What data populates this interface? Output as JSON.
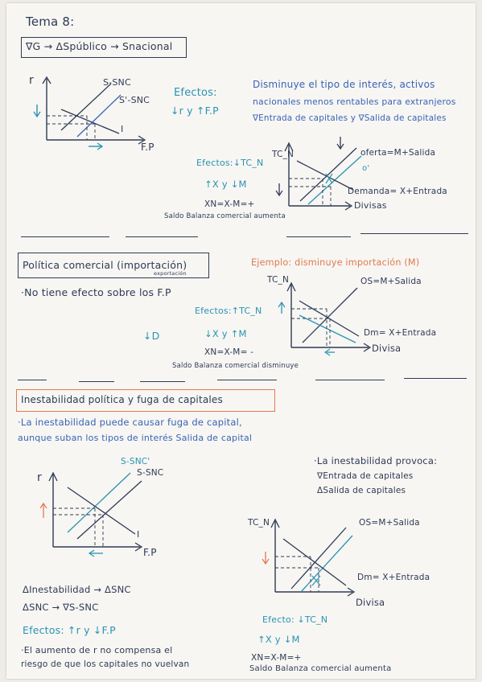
{
  "title": "Tema 8:",
  "section1": {
    "header": "∇G → ΔSpúblico → Snacional",
    "graph": {
      "y_label": "r",
      "x_label": "F.P",
      "curve_upper": "S-SNC",
      "curve_lower": "S'-SNC",
      "curve_demand": "I"
    },
    "effects_title": "Efectos:",
    "effects_value": "↓r y ↑F.P",
    "explanation": [
      "Disminuye el tipo de interés, activos",
      "nacionales menos rentables para extranjeros",
      "∇Entrada de capitales y ∇Salida de capitales"
    ],
    "fx_graph": {
      "y_label": "TC_N",
      "x_label": "Divisas",
      "supply_label": "oferta=M+Salida",
      "supply_shift_label": "o'",
      "demand_label": "Demanda= X+Entrada"
    },
    "fx_effects": [
      "Efectos:↓TC_N",
      "↑X y ↓M",
      "XN=X-M=+",
      "Saldo Balanza comercial aumenta"
    ]
  },
  "section2": {
    "header": "Política comercial (importación)",
    "header_sub": "exportación",
    "note": "·No tiene efecto sobre los F.P",
    "example": "Ejemplo: disminuye importación (M)",
    "left_symbol": "↓D",
    "fx_graph": {
      "y_label": "TC_N",
      "x_label": "Divisa",
      "supply_label": "OS=M+Salida",
      "demand_label": "Dm= X+Entrada"
    },
    "fx_effects": [
      "Efectos:↑TC_N",
      "↓X y ↑M",
      "XN=X-M= -",
      "Saldo Balanza comercial disminuye"
    ]
  },
  "section3": {
    "header": "Inestabilidad política y fuga de capitales",
    "intro": [
      "·La inestabilidad puede causar fuga de capital,",
      "aunque suban los tipos de interés Salida de capital"
    ],
    "graph": {
      "y_label": "r",
      "x_label": "F.P",
      "curve_upper": "S-SNC'",
      "curve_lower": "S-SNC",
      "curve_demand": "I"
    },
    "right_text": [
      "·La inestabilidad provoca:",
      "∇Entrada de capitales",
      "ΔSalida de capitales"
    ],
    "fx_graph": {
      "y_label": "TC_N",
      "x_label": "Divisa",
      "supply_label": "OS=M+Salida",
      "demand_label": "Dm= X+Entrada"
    },
    "chain": [
      "ΔInestabilidad → ΔSNC",
      "ΔSNC → ∇S-SNC"
    ],
    "effects": "Efectos: ↑r y ↓F.P",
    "conclusion": [
      "·El aumento de r no compensa el",
      "riesgo de que los capitales no vuelvan"
    ],
    "fx_effects": [
      "Efecto: ↓TC_N",
      "↑X y ↓M",
      "XN=X-M=+",
      "Saldo Balanza comercial aumenta"
    ]
  }
}
